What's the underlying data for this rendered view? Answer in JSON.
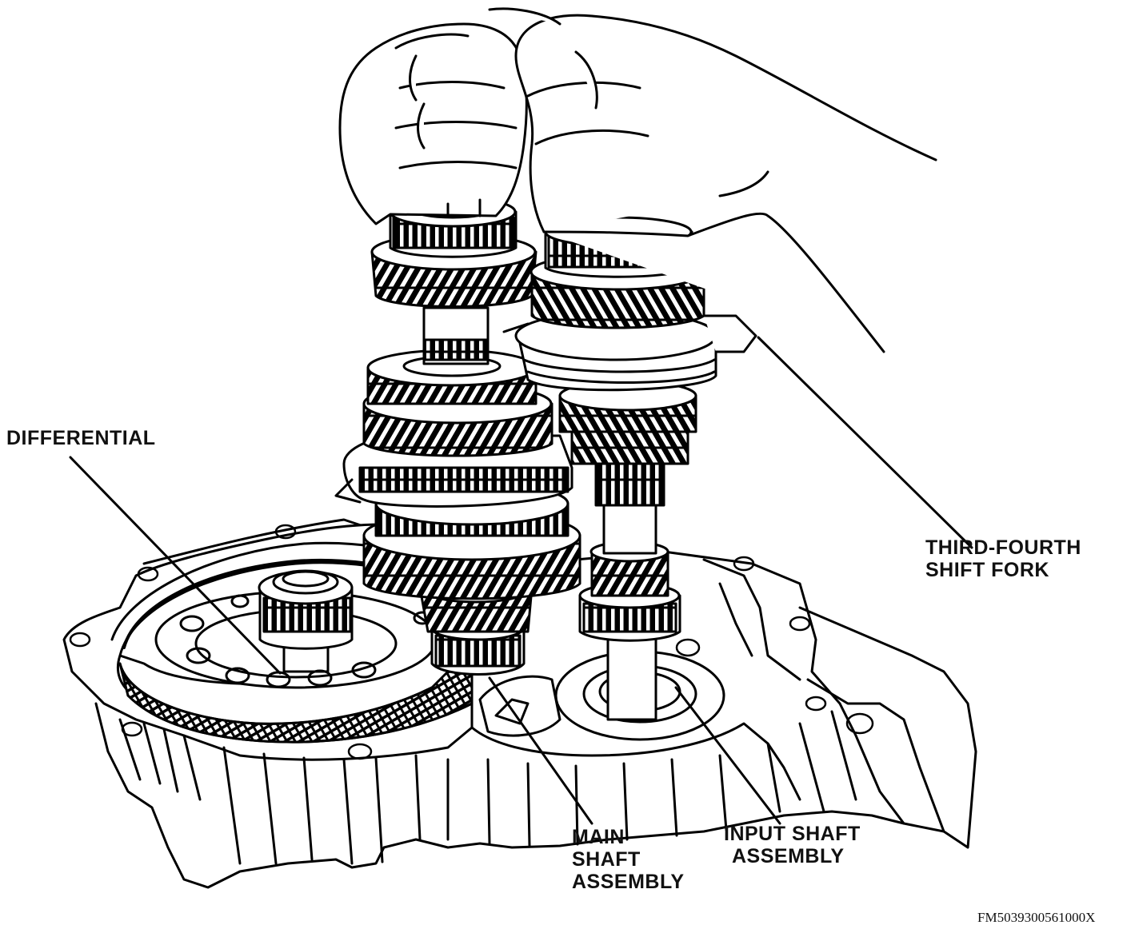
{
  "labels": {
    "differential": "DIFFERENTIAL",
    "fork_line1": "THIRD-FOURTH",
    "fork_line2": "SHIFT FORK",
    "main_line1": "MAIN",
    "main_line2": "SHAFT",
    "main_line3": "ASSEMBLY",
    "input_line1": "INPUT SHAFT",
    "input_line2": "ASSEMBLY"
  },
  "figure_code": "FM5039300561000X"
}
